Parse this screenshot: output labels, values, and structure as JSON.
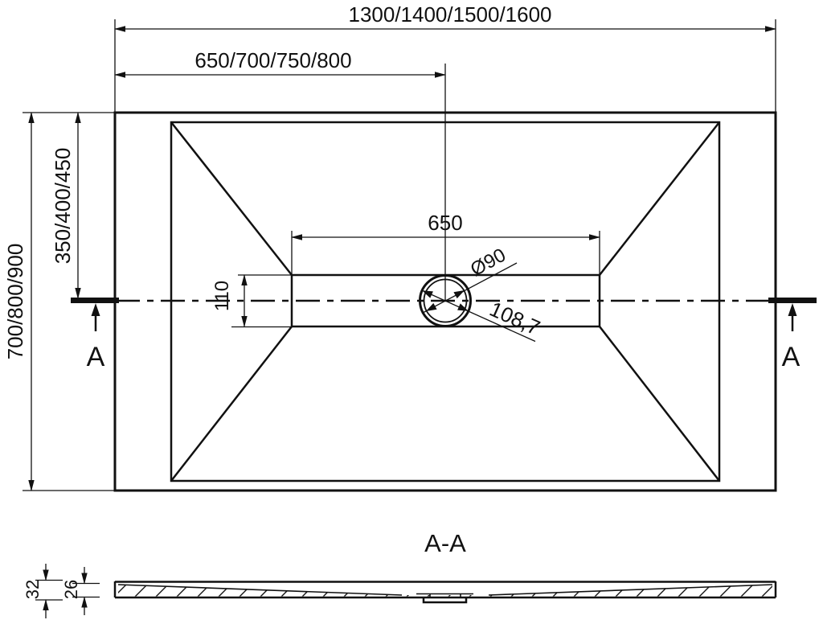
{
  "drawing": {
    "background": "#ffffff",
    "line_color": "#111111",
    "plan_view": {
      "width_overall": "1300/1400/1500/1600",
      "width_to_drain": "650/700/750/800",
      "depth_overall": "700/800/900",
      "depth_to_drain": "350/400/450",
      "flat_zone_width": "650",
      "flat_zone_depth": "110",
      "drain_diameter": "Ø90",
      "drain_outer_diameter": "108,7",
      "section_arrow_left": "A",
      "section_arrow_right": "A"
    },
    "section_view": {
      "label": "A-A",
      "height_overall": "32",
      "height_inner": "26"
    }
  }
}
